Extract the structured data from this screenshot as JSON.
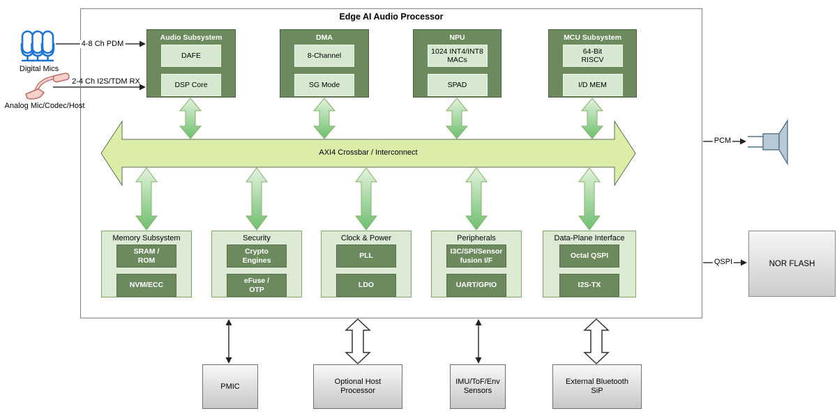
{
  "diagram": {
    "title": "Edge AI Audio Processor",
    "left": {
      "digital_mics_label": "Digital Mics",
      "pdm_bus": "4-8 Ch PDM",
      "analog_source_label": "Analog Mic/Codec/Host",
      "i2s_bus": "2-4 Ch I2S/TDM RX"
    },
    "top_blocks": [
      {
        "title": "Audio Subsystem",
        "items": [
          "DAFE",
          "DSP Core"
        ]
      },
      {
        "title": "DMA",
        "items": [
          "8-Channel",
          "SG Mode"
        ]
      },
      {
        "title": "NPU",
        "items": [
          "1024 INT4/INT8\nMACs",
          "SPAD"
        ]
      },
      {
        "title": "MCU Subsystem",
        "items": [
          "64-Bit\nRISCV",
          "I/D MEM"
        ]
      }
    ],
    "interconnect_label": "AXI4 Crossbar / Interconnect",
    "bottom_blocks": [
      {
        "title": "Memory Subsystem",
        "items": [
          "SRAM /\nROM",
          "NVM/ECC"
        ]
      },
      {
        "title": "Security",
        "items": [
          "Crypto\nEngines",
          "eFuse /\nOTP"
        ]
      },
      {
        "title": "Clock & Power",
        "items": [
          "PLL",
          "LDO"
        ]
      },
      {
        "title": "Peripherals",
        "items": [
          "I3C/SPI/Sensor\nfusion I/F",
          "UART/GPIO"
        ]
      },
      {
        "title": "Data-Plane Interface",
        "items": [
          "Octal QSPI",
          "I2S-TX"
        ]
      }
    ],
    "right": {
      "pcm_bus": "PCM",
      "qspi_bus": "QSPI",
      "nor_flash_label": "NOR FLASH"
    },
    "external_devices": [
      "PMIC",
      "Optional Host\nProcessor",
      "IMU/ToF/Env\nSensors",
      "External Bluetooth\nSiP"
    ],
    "colors": {
      "block_dark_green": "#6c8a5e",
      "block_light_green": "#dcead3",
      "inner_light_green": "#d7e8d0",
      "green_border": "#82b366",
      "interconnect_fill": "#dcedaa",
      "arrow_green_dark": "#6fbf6f",
      "arrow_green_light": "#e3f2dd",
      "mic_blue": "#1b74d6",
      "analog_mic_pink": "#f6cfc9",
      "speaker_blue_gray": "#b9c9d8",
      "external_box_gray": "#d9d9d9"
    }
  }
}
